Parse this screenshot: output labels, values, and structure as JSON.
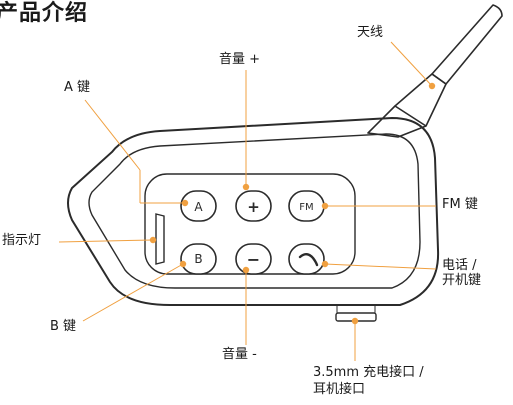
{
  "title": "产品介绍",
  "labels": {
    "antenna": "天线",
    "vol_up": "音量 +",
    "key_a": "A 键",
    "fm_key": "FM 键",
    "indicator": "指示灯",
    "phone_line1": "电话 /",
    "phone_line2": "开机键",
    "key_b": "B 键",
    "vol_down": "音量 -",
    "port_line1": "3.5mm 充电接口 /",
    "port_line2": "耳机接口"
  },
  "buttons": {
    "a": "A",
    "plus": "+",
    "fm": "FM",
    "b": "B",
    "minus": "−"
  },
  "colors": {
    "leader": "#f0a040",
    "dot": "#f0a040",
    "outline": "#2b2b2b"
  }
}
